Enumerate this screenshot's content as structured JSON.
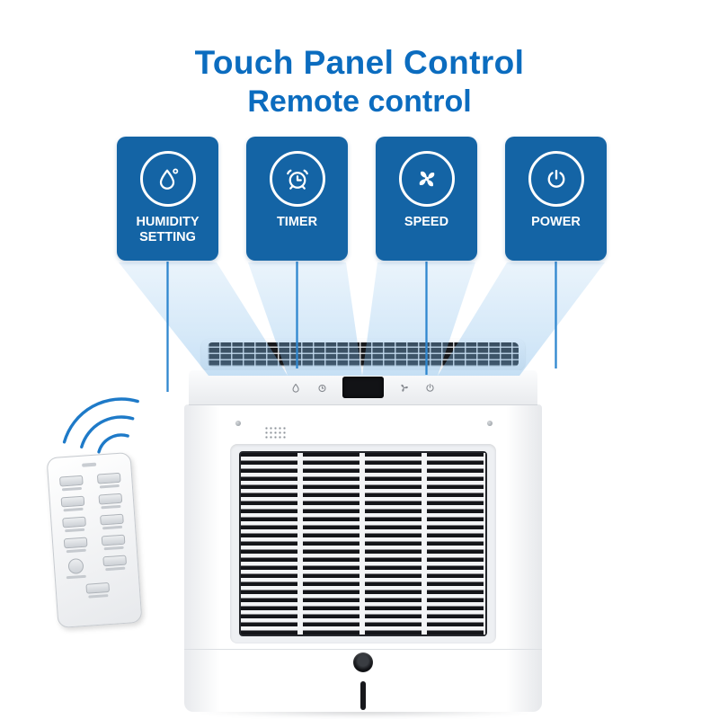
{
  "theme": {
    "accent": "#0b6cbf",
    "card": "#1464a5",
    "beam": "#7db9ea",
    "line": "#2f87cf",
    "arc": "#1e7ac8"
  },
  "header": {
    "title_line1": "Touch Panel Control",
    "title_line2": "Remote control"
  },
  "features": {
    "items": [
      {
        "label": "HUMIDITY SETTING",
        "icon": "humidity-droplet-icon"
      },
      {
        "label": "TIMER",
        "icon": "alarm-clock-icon"
      },
      {
        "label": "SPEED",
        "icon": "fan-icon"
      },
      {
        "label": "POWER",
        "icon": "power-icon"
      }
    ]
  },
  "device": {
    "name": "dehumidifier",
    "panel": {
      "display": "blank-dark-lcd",
      "icons": [
        "humidity-icon",
        "timer-icon",
        "speed-icon",
        "power-icon"
      ]
    }
  },
  "remote": {
    "name": "remote-control",
    "signal": "wireless-signal-arcs"
  }
}
